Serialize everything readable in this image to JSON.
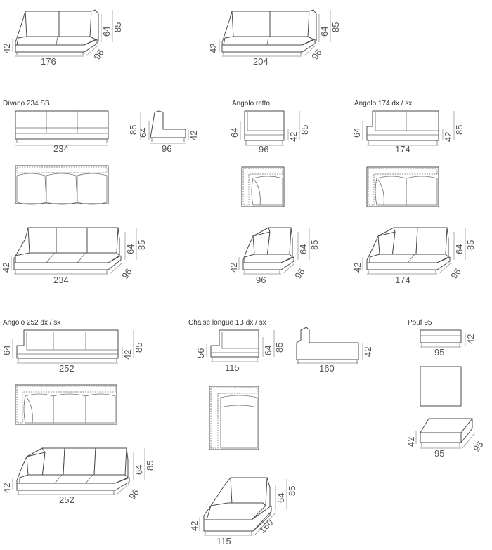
{
  "titles": {
    "divano_234": "Divano 234 SB",
    "angolo_retto": "Angolo retto",
    "angolo_174": "Angolo 174 dx / sx",
    "angolo_252": "Angolo 252 dx / sx",
    "chaise": "Chaise longue 1B dx / sx",
    "pouf": "Pouf 95"
  },
  "dims": {
    "s176_h": "42",
    "s176_w": "176",
    "s176_d": "96",
    "s176_a": "64",
    "s176_b": "85",
    "s204_h": "42",
    "s204_w": "204",
    "s204_d": "96",
    "s204_a": "64",
    "s204_b": "85",
    "d234f_w": "234",
    "d234s_a": "85",
    "d234s_b": "64",
    "d234s_w": "96",
    "d234s_h": "42",
    "d234p_h": "42",
    "d234p_w": "234",
    "d234p_d": "96",
    "d234p_a": "64",
    "d234p_b": "85",
    "ar_f_a": "64",
    "ar_f_w": "96",
    "ar_f_h": "42",
    "ar_f_b": "85",
    "ar_p_h": "42",
    "ar_p_w": "96",
    "ar_p_d": "96",
    "ar_p_a": "64",
    "ar_p_b": "85",
    "a174_f_a": "64",
    "a174_f_w": "174",
    "a174_f_h": "42",
    "a174_f_b": "85",
    "a174_p_h": "42",
    "a174_p_w": "174",
    "a174_p_d": "96",
    "a174_p_a": "64",
    "a174_p_b": "85",
    "a252_f_a": "64",
    "a252_f_w": "252",
    "a252_f_h": "42",
    "a252_f_b": "85",
    "a252_p_h": "42",
    "a252_p_w": "252",
    "a252_p_d": "96",
    "a252_p_a": "64",
    "a252_p_b": "85",
    "ch_f_a": "56",
    "ch_f_w": "115",
    "ch_f_h": "64",
    "ch_f_b": "85",
    "ch_s_w": "160",
    "ch_s_h": "42",
    "ch_p_h": "42",
    "ch_p_w": "115",
    "ch_p_d": "160",
    "ch_p_a": "64",
    "ch_p_b": "85",
    "pf_w": "95",
    "pf_h": "42",
    "pf_p_h": "42",
    "pf_p_w": "95",
    "pf_p_d": "95"
  }
}
